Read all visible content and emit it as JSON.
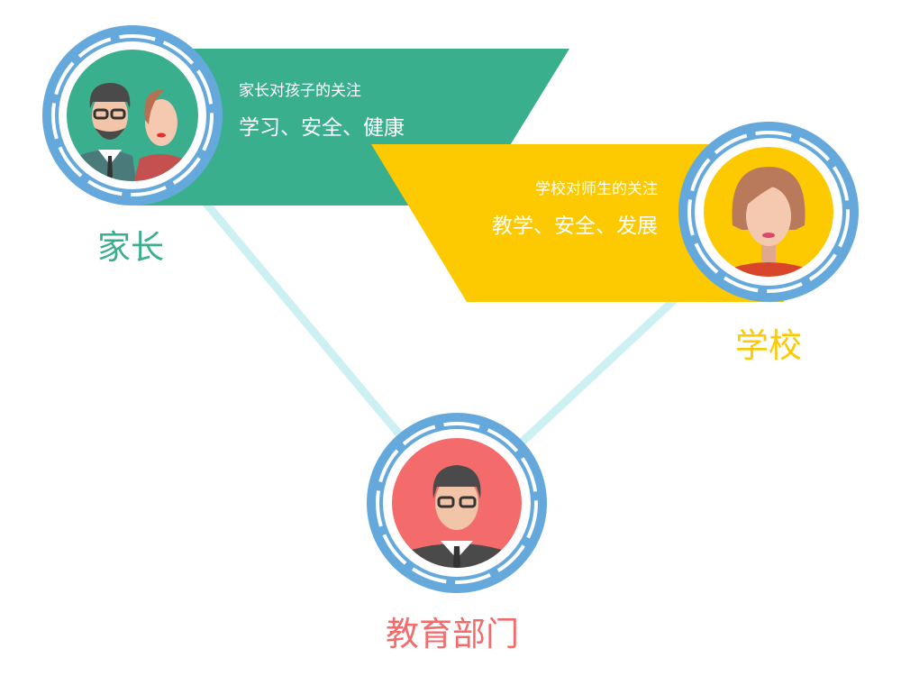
{
  "parent": {
    "label": "家长",
    "banner_title": "家长对孩子的关注",
    "banner_items": "学习、安全、健康",
    "color": "#3aaf8e"
  },
  "school": {
    "label": "学校",
    "banner_title": "学校对师生的关注",
    "banner_items": "教学、安全、发展",
    "color": "#fdc900"
  },
  "education": {
    "label": "教育部门",
    "color": "#f36b6b"
  },
  "colors": {
    "ring": "#65a9dc",
    "connector": "#cdf0f2"
  }
}
